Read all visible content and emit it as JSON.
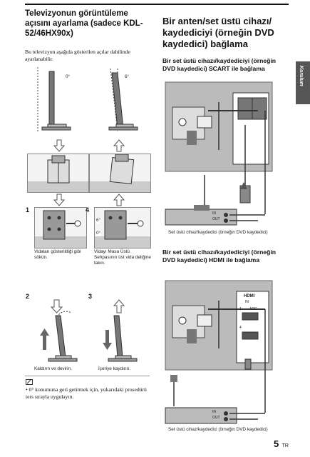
{
  "left": {
    "heading": "Televizyonun görüntüleme açısını ayarlama (sadece KDL-52/46HX90x)",
    "intro": "Bu televizyon aşağıda gösterilen açılar dahilinde ayarlanabilir.",
    "angle_0": "0°",
    "angle_6": "6°",
    "steps": {
      "s1": "1",
      "s4": "4",
      "s2": "2",
      "s3": "3"
    },
    "box4_angles": {
      "a6": "6°",
      "a0": "0°"
    },
    "caption_1": "Vidaları gösterildiği gibi sökün.",
    "caption_4": "Vidayı Masa Üstü Sehpasının üst vida deliğine takın.",
    "caption_2": "Kaldırın ve devirin.",
    "caption_3": "İçeriye kaydırın.",
    "note_icon": "note-icon",
    "note": "• 0° konumuna geri getirmek için, yukarıdaki prosedürü ters sırayla uygulayın."
  },
  "right": {
    "heading": "Bir anten/set üstü cihazı/ kaydediciyi (örneğin DVD kaydedici) bağlama",
    "sub1": "Bir set üstü cihazı/kaydediciyi (örneğin DVD kaydedici) SCART ile bağlama",
    "fig1_caption": "Set üstü cihaz/kaydedici (örneğin DVD kaydedici)",
    "sub2": "Bir set üstü cihazı/kaydediciyi (örneğin DVD kaydedici) HDMI ile bağlama",
    "fig2_caption": "Set üstü cihaz/kaydedici (örneğin DVD kaydedici)",
    "port_labels": {
      "in": "IN",
      "out": "OUT",
      "hdmi": "HDMI",
      "hdmi_in": "IN",
      "hdmi_1": "1",
      "hdmi_arc": "ARC",
      "hdmi_4": "4"
    }
  },
  "side_tab": "Kurulum",
  "page": {
    "number": "5",
    "lang": "TR"
  }
}
